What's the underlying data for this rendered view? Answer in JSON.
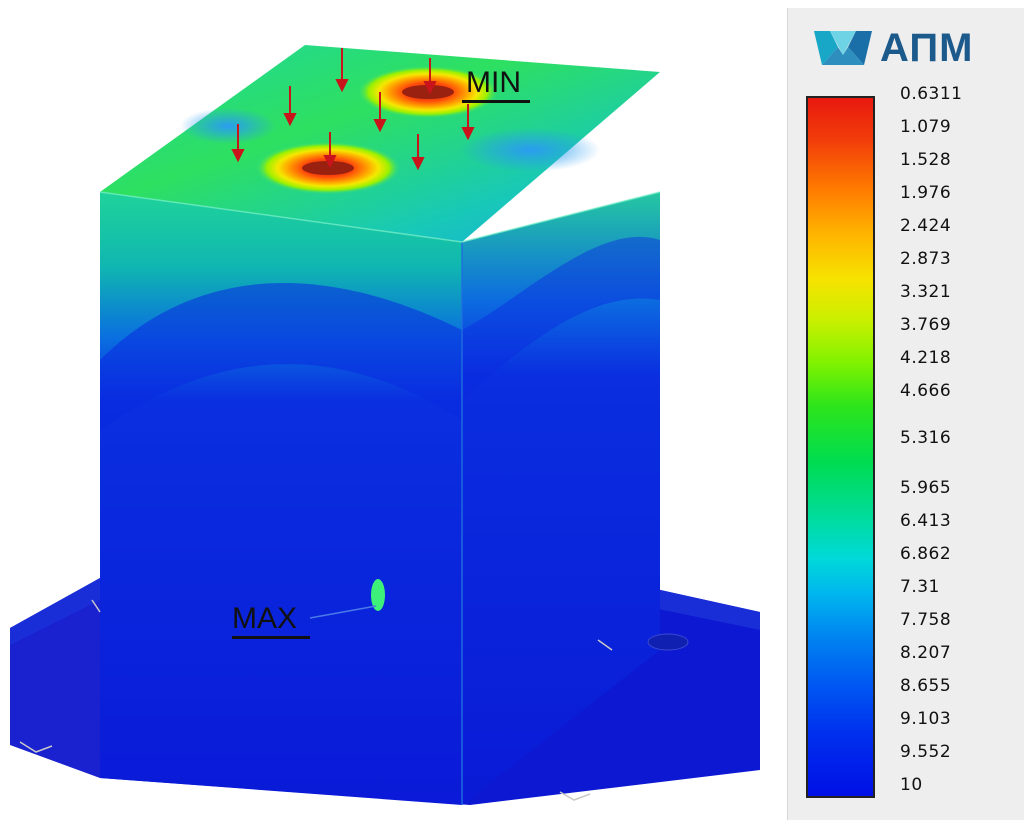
{
  "app": {
    "logo_text": "АПМ"
  },
  "colors": {
    "accent_logo": "#1c5a8c",
    "max_color": "#e8190f",
    "min_color": "#0010e6"
  },
  "labels": {
    "min": "MIN",
    "max": "MAX"
  },
  "legend": {
    "ticks": [
      "0.6311",
      "1.079",
      "1.528",
      "1.976",
      "2.424",
      "2.873",
      "3.321",
      "3.769",
      "4.218",
      "4.666",
      "5.316",
      "5.965",
      "6.413",
      "6.862",
      "7.31",
      "7.758",
      "8.207",
      "8.655",
      "9.103",
      "9.552",
      "10"
    ]
  }
}
